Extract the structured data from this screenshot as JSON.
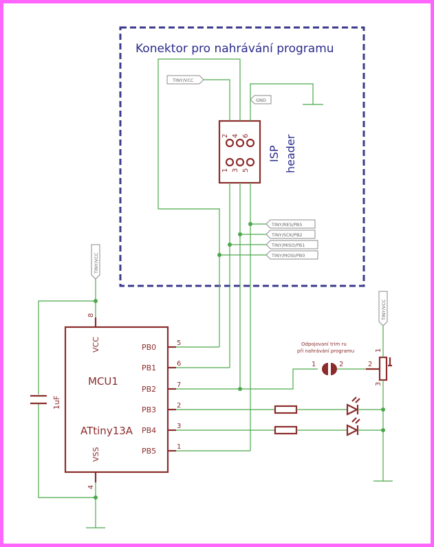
{
  "colors": {
    "border": "#ff66ff",
    "wire": "#4aa84a",
    "component": "#8b2b2b",
    "dashed_frame": "#3a3a8c",
    "title_text": "#2a2a8c",
    "label_gray": "#666666"
  },
  "isp_section": {
    "title": "Konektor pro nahrávání programu",
    "header_label_line1": "ISP",
    "header_label_line2": "header",
    "pins_top": [
      "2",
      "4",
      "6"
    ],
    "pins_bottom": [
      "1",
      "3",
      "5"
    ],
    "gnd_label": "GND",
    "vcc_label": "TINY/VCC"
  },
  "net_labels": [
    "TINY/RES/PB5",
    "TINY/SCK/PB2",
    "TINY/MISO/PB1",
    "TINY/MOSI/PB0"
  ],
  "mcu": {
    "name": "MCU1",
    "part": "ATtiny13A",
    "vcc": "VCC",
    "vss": "VSS",
    "vcc_pin": "8",
    "vss_pin": "4",
    "pins": [
      {
        "name": "PB0",
        "num": "5"
      },
      {
        "name": "PB1",
        "num": "6"
      },
      {
        "name": "PB2",
        "num": "7"
      },
      {
        "name": "PB3",
        "num": "2"
      },
      {
        "name": "PB4",
        "num": "3"
      },
      {
        "name": "PB5",
        "num": "1"
      }
    ]
  },
  "capacitor": {
    "label": "1uF"
  },
  "vcc_labels": [
    "TINY/VCC",
    "TINY/VCC"
  ],
  "jumper": {
    "note_line1": "Odpojovaní trim ru",
    "note_line2": "při nahrávání programu",
    "pin1": "1",
    "pin2": "2"
  },
  "trimmer": {
    "pin1": "1",
    "pin2": "2",
    "pin3": "3"
  }
}
